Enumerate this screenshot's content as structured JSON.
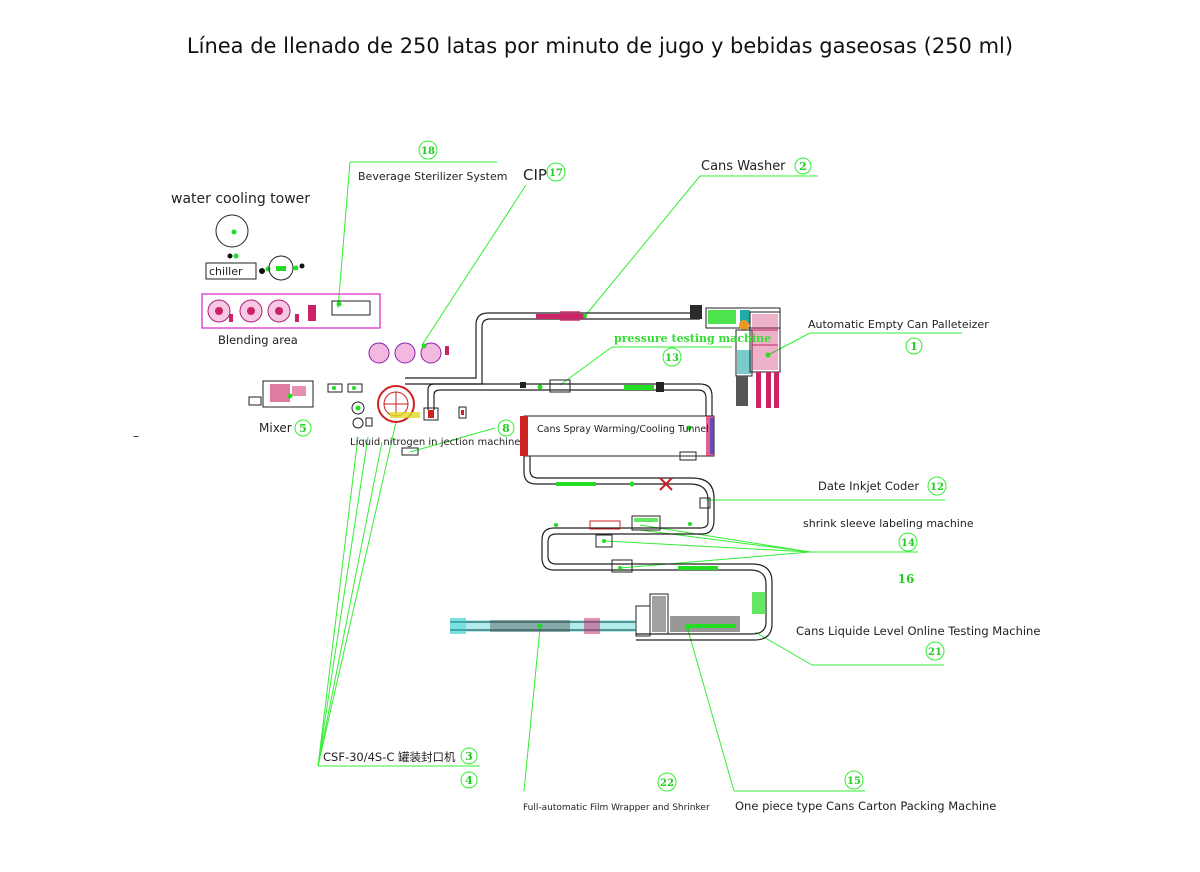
{
  "title": "Línea de llenado de 250 latas por minuto de jugo y bebidas gaseosas (250 ml)",
  "colors": {
    "leader": "#33ee33",
    "equipment": "#222222",
    "accent": "#cc2266",
    "conveyor_blue": "#22cccc"
  },
  "labels": {
    "water_cooling_tower": "water cooling tower",
    "chiller": "chiller",
    "blending_area": "Blending area",
    "mixer": "Mixer",
    "beverage_sterilizer": "Beverage Sterilizer System",
    "cip": "CIP",
    "cans_washer": "Cans Washer",
    "palletizer": "Automatic Empty Can Palleteizer",
    "pressure_testing": "pressure testing machine",
    "liquid_nitrogen": "Liquid  nitrogen in jection machine",
    "tunnel": "Cans Spray Warming/Cooling Tunnel",
    "date_coder": "Date Inkjet Coder",
    "shrink_sleeve": "shrink sleeve labeling machine",
    "level_testing": "Cans Liquide Level Online Testing Machine",
    "seamer": "CSF-30/4S-C 罐装封口机",
    "film_wrapper": "Full-automatic Film Wrapper and Shrinker",
    "carton_packing": "One piece  type Cans Carton Packing Machine",
    "dash": "–"
  },
  "numbers": {
    "n1": "1",
    "n2": "2",
    "n3": "3",
    "n4": "4",
    "n5": "5",
    "n8": "8",
    "n12": "12",
    "n13": "13",
    "n14": "14",
    "n15": "15",
    "n16": "16",
    "n17": "17",
    "n18": "18",
    "n21": "21",
    "n22": "22"
  }
}
